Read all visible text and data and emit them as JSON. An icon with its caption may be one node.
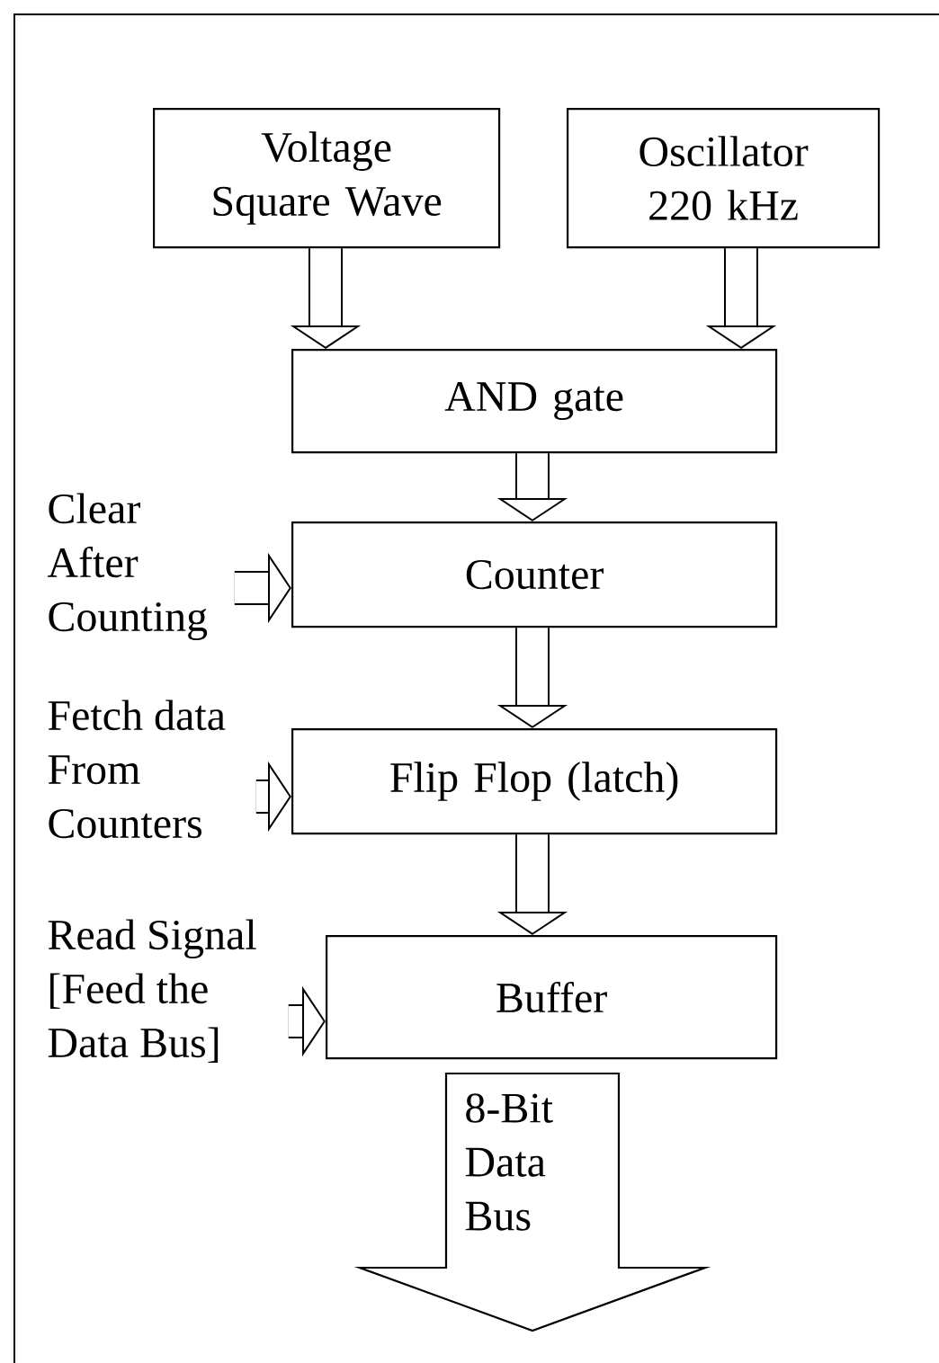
{
  "diagram": {
    "nodes": [
      {
        "text": [
          "Voltage Square Wave"
        ]
      },
      {
        "text": [
          "Oscillator 220 kHz"
        ]
      },
      {
        "text": [
          "AND gate"
        ]
      },
      {
        "text": [
          "Clear After Counting"
        ]
      },
      {
        "text": [
          "Counter"
        ]
      },
      {
        "text": [
          "Fetch data From Counters"
        ]
      },
      {
        "text": [
          "Flip Flop (latch)"
        ]
      },
      {
        "text": [
          "Read Signal [Feed the Data Bus]"
        ]
      },
      {
        "text": [
          "Buffer"
        ]
      },
      {
        "text": [
          "8-Bit Data Bus"
        ]
      }
    ],
    "edges": [
      {
        "from": 0,
        "to": 2,
        "arrow": "to"
      },
      {
        "from": 1,
        "to": 2,
        "arrow": "to"
      },
      {
        "from": 2,
        "to": 4,
        "arrow": "to"
      },
      {
        "from": 3,
        "to": 4,
        "arrow": "to"
      },
      {
        "from": 4,
        "to": 6,
        "arrow": "to"
      },
      {
        "from": 5,
        "to": 6,
        "arrow": "to"
      },
      {
        "from": 6,
        "to": 8,
        "arrow": "to"
      },
      {
        "from": 7,
        "to": 8,
        "arrow": "to"
      }
    ]
  }
}
